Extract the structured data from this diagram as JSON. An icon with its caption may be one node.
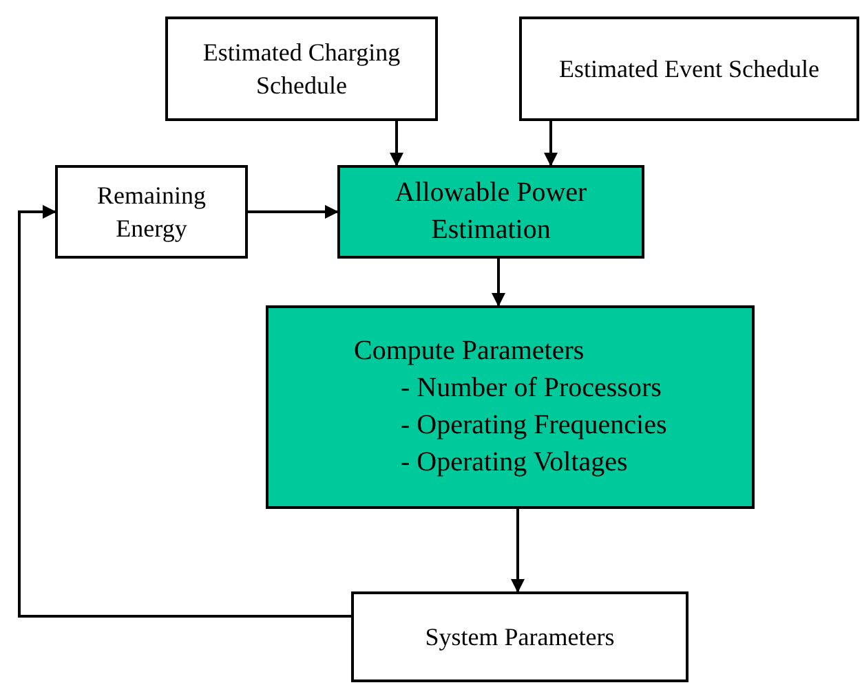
{
  "diagram": {
    "nodes": [
      {
        "text": [
          "Estimated Charging Schedule"
        ]
      },
      {
        "text": [
          "Estimated Event Schedule"
        ]
      },
      {
        "text": [
          "Remaining Energy"
        ]
      },
      {
        "text": [
          "Allowable Power Estimation"
        ]
      },
      {
        "text": [
          "Compute Parameters",
          "- Number of Processors",
          "- Operating Frequencies",
          "- Operating Voltages"
        ]
      },
      {
        "text": [
          "System Parameters"
        ]
      }
    ],
    "edges": [
      {
        "from": 0,
        "to": 3,
        "arrow": "to"
      },
      {
        "from": 1,
        "to": 3,
        "arrow": "to"
      },
      {
        "from": 2,
        "to": 3,
        "arrow": "to"
      },
      {
        "from": 3,
        "to": 4,
        "arrow": "to"
      },
      {
        "from": 4,
        "to": 5,
        "arrow": "to"
      },
      {
        "from": 5,
        "to": 2,
        "arrow": "to"
      }
    ]
  }
}
